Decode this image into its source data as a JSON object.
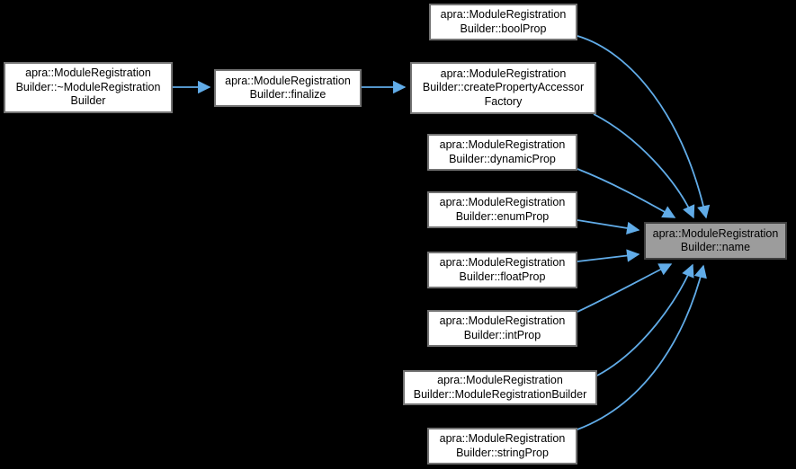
{
  "diagram_type": "doxygen-caller-graph",
  "colors": {
    "bg": "#000000",
    "edge": "#61ace8",
    "node-fill": "#ffffff",
    "node-border": "#737373",
    "node-text": "#000000",
    "target-fill": "#9c9c9c",
    "target-border": "#404040"
  },
  "nodes": [
    {
      "id": "destructor",
      "label": "apra::ModuleRegistration\nBuilder::~ModuleRegistration\nBuilder"
    },
    {
      "id": "finalize",
      "label": "apra::ModuleRegistration\nBuilder::finalize"
    },
    {
      "id": "boolProp",
      "label": "apra::ModuleRegistration\nBuilder::boolProp"
    },
    {
      "id": "createPropertyAccessorFactory",
      "label": "apra::ModuleRegistration\nBuilder::createPropertyAccessor\nFactory"
    },
    {
      "id": "dynamicProp",
      "label": "apra::ModuleRegistration\nBuilder::dynamicProp"
    },
    {
      "id": "enumProp",
      "label": "apra::ModuleRegistration\nBuilder::enumProp"
    },
    {
      "id": "floatProp",
      "label": "apra::ModuleRegistration\nBuilder::floatProp"
    },
    {
      "id": "intProp",
      "label": "apra::ModuleRegistration\nBuilder::intProp"
    },
    {
      "id": "ModuleRegistrationBuilder",
      "label": "apra::ModuleRegistration\nBuilder::ModuleRegistrationBuilder"
    },
    {
      "id": "stringProp",
      "label": "apra::ModuleRegistration\nBuilder::stringProp"
    },
    {
      "id": "name",
      "label": "apra::ModuleRegistration\nBuilder::name",
      "highlighted": true
    }
  ],
  "edges": [
    {
      "from": "destructor",
      "to": "finalize"
    },
    {
      "from": "finalize",
      "to": "createPropertyAccessorFactory"
    },
    {
      "from": "boolProp",
      "to": "name"
    },
    {
      "from": "createPropertyAccessorFactory",
      "to": "name"
    },
    {
      "from": "dynamicProp",
      "to": "name"
    },
    {
      "from": "enumProp",
      "to": "name"
    },
    {
      "from": "floatProp",
      "to": "name"
    },
    {
      "from": "intProp",
      "to": "name"
    },
    {
      "from": "ModuleRegistrationBuilder",
      "to": "name"
    },
    {
      "from": "stringProp",
      "to": "name"
    }
  ]
}
